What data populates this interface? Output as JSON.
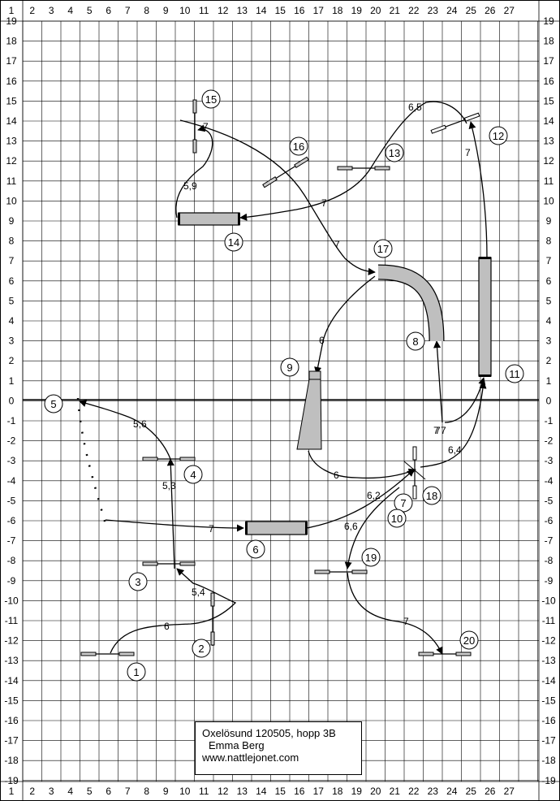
{
  "grid": {
    "x_labels": [
      "1",
      "2",
      "3",
      "4",
      "5",
      "6",
      "7",
      "8",
      "9",
      "10",
      "11",
      "12",
      "13",
      "14",
      "15",
      "16",
      "17",
      "18",
      "19",
      "20",
      "21",
      "22",
      "23",
      "24",
      "25",
      "26",
      "27"
    ],
    "y_labels": [
      "19",
      "18",
      "17",
      "16",
      "15",
      "14",
      "13",
      "12",
      "11",
      "10",
      "9",
      "8",
      "7",
      "6",
      "5",
      "4",
      "3",
      "2",
      "1",
      "0",
      "-1",
      "-2",
      "-3",
      "-4",
      "-5",
      "-6",
      "-7",
      "-8",
      "-9",
      "-10",
      "-11",
      "-12",
      "-13",
      "-14",
      "-15",
      "-16",
      "-17",
      "-18",
      "-19"
    ]
  },
  "obstacles": [
    {
      "number": "1"
    },
    {
      "number": "2"
    },
    {
      "number": "3"
    },
    {
      "number": "4"
    },
    {
      "number": "5"
    },
    {
      "number": "6"
    },
    {
      "number": "7"
    },
    {
      "number": "8"
    },
    {
      "number": "9"
    },
    {
      "number": "10"
    },
    {
      "number": "11"
    },
    {
      "number": "12"
    },
    {
      "number": "13"
    },
    {
      "number": "14"
    },
    {
      "number": "15"
    },
    {
      "number": "16"
    },
    {
      "number": "17"
    },
    {
      "number": "18"
    },
    {
      "number": "19"
    },
    {
      "number": "20"
    }
  ],
  "distances": [
    "6",
    "5,4",
    "5,3",
    "5,6",
    "7",
    "6,2",
    "6,4",
    "7",
    "6",
    "6",
    "7",
    "7",
    "6,5",
    "7",
    "7",
    "5,9",
    "7",
    "6,6",
    "7",
    "7"
  ],
  "info": {
    "line1": "Oxelösund 120505, hopp 3B",
    "line2": "Emma Berg",
    "line3": "www.nattlejonet.com"
  }
}
